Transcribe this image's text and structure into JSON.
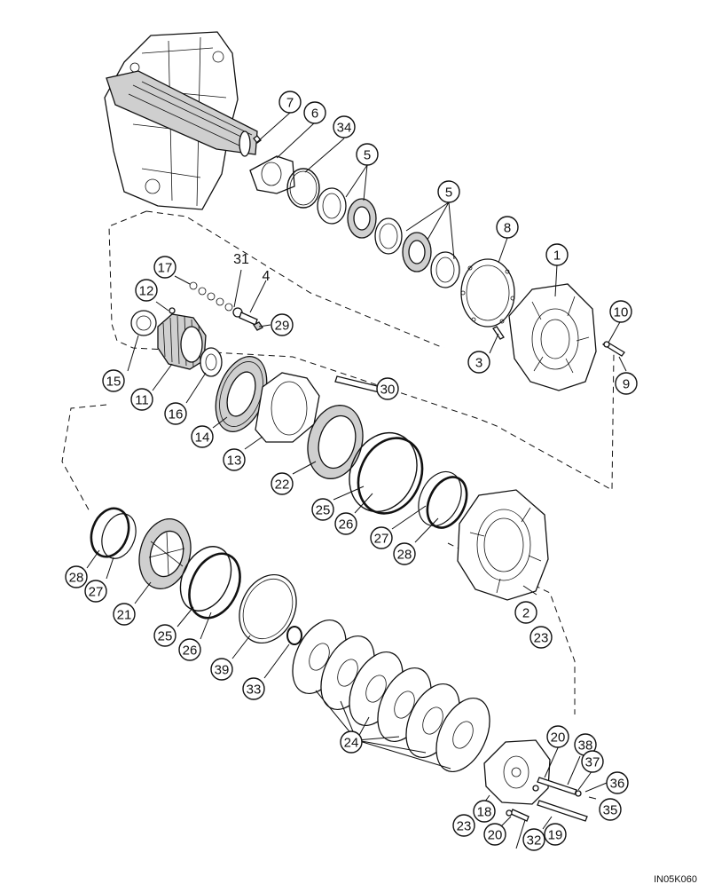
{
  "figure_code": "IN05K060",
  "callouts": [
    "7",
    "6",
    "34",
    "5",
    "5",
    "8",
    "1",
    "17",
    "31",
    "4",
    "12",
    "29",
    "10",
    "3",
    "9",
    "15",
    "11",
    "16",
    "14",
    "30",
    "13",
    "22",
    "25",
    "26",
    "27",
    "28",
    "28",
    "27",
    "21",
    "2",
    "23",
    "25",
    "26",
    "39",
    "33",
    "24",
    "20",
    "38",
    "37",
    "36",
    "35",
    "23",
    "18",
    "20",
    "32",
    "19"
  ]
}
